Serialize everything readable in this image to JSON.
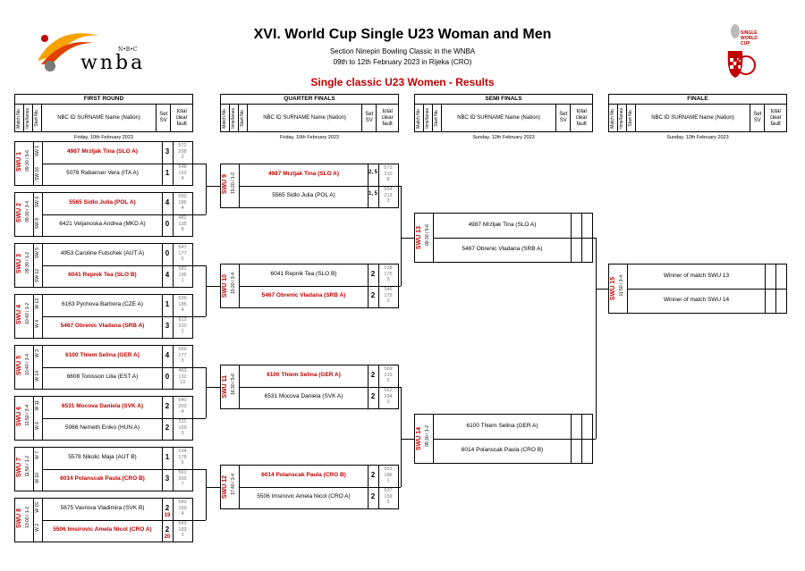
{
  "header": {
    "logo_letters": "wnba",
    "logo_small": "N•B•C",
    "title": "XVI. World Cup Single U23 Woman and Men",
    "subtitle": "Section Ninepin Bowling Classic in the WNBA",
    "dates": "09th to 12th February 2023 in Rijeka (CRO)",
    "results_title": "Single classic U23 Women - Results",
    "badge_text": "SINGLE WORLD CUP"
  },
  "columns": [
    {
      "name": "FIRST ROUND",
      "date": "Friday, 10th February 2023"
    },
    {
      "name": "QUARTER FINALS",
      "date": "Friday, 10th February 2023"
    },
    {
      "name": "SEMI FINALS",
      "date": "Sunday, 12th February 2023"
    },
    {
      "name": "FINALE",
      "date": "Sunday, 12th February 2023"
    }
  ],
  "col_headers": {
    "match_no": "Match No.",
    "time_lanes": "time/lanes",
    "start_no": "Start No.",
    "player": "NBC ID  SURNAME  Name (Nation)",
    "set": "Set SV",
    "total": "total clear fault"
  },
  "first_round": [
    {
      "code": "SWU 1",
      "time": "09:30 / 5-6",
      "starts": [
        "SW 1",
        "SW 16"
      ],
      "players": [
        {
          "name": "4987 Mrzljak Tina (SLO A)",
          "win": true,
          "set": "3",
          "scores": [
            "572",
            "208",
            "2"
          ]
        },
        {
          "name": "5078 Rabanser Vera (ITA A)",
          "win": false,
          "set": "1",
          "scores": [
            "548",
            "192",
            "4"
          ]
        }
      ]
    },
    {
      "code": "SWU 2",
      "time": "09:30 / 3-4",
      "starts": [
        "SW 9",
        "SW 8"
      ],
      "players": [
        {
          "name": "5565 Sidlo Julia (POL A)",
          "win": true,
          "set": "4",
          "scores": [
            "550",
            "186",
            "4"
          ]
        },
        {
          "name": "6421 Veljanoska Andrea (MKD A)",
          "win": false,
          "set": "0",
          "scores": [
            "482",
            "135",
            "8"
          ]
        }
      ]
    },
    {
      "code": "SWU 3",
      "time": "09:30 / 1-2",
      "starts": [
        "SW 5",
        "SW 12"
      ],
      "players": [
        {
          "name": "4953 Caroline Futschek (AUT A)",
          "win": false,
          "set": "0",
          "scores": [
            "547",
            "177",
            "5"
          ]
        },
        {
          "name": "6041 Repnik Tea (SLO B)",
          "win": true,
          "set": "4",
          "scores": [
            "581",
            "196",
            "1"
          ]
        }
      ]
    },
    {
      "code": "SWU 4",
      "time": "10:40 / 1-2",
      "starts": [
        "W 13",
        "W 4"
      ],
      "players": [
        {
          "name": "6163 Pychova Barbora (CZE A)",
          "win": false,
          "set": "1",
          "scores": [
            "539",
            "185",
            "4"
          ]
        },
        {
          "name": "5467 Obrenic Vladana (SRB A)",
          "win": true,
          "set": "3",
          "scores": [
            "612",
            "210",
            "2"
          ]
        }
      ]
    },
    {
      "code": "SWU 5",
      "time": "10:40 / 3-4",
      "starts": [
        "W 3",
        "W 14"
      ],
      "players": [
        {
          "name": "6100 Thiem Selina (GER A)",
          "win": true,
          "set": "4",
          "scores": [
            "559",
            "177",
            "3"
          ]
        },
        {
          "name": "6608 Tonisson Lilia (EST A)",
          "win": false,
          "set": "0",
          "scores": [
            "463",
            "132",
            "13"
          ]
        }
      ]
    },
    {
      "code": "SWU 6",
      "time": "11:50 / 3-4",
      "starts": [
        "W 11",
        "W 6"
      ],
      "players": [
        {
          "name": "6531 Mocova Daniela (SVK A)",
          "win": true,
          "set": "2",
          "scores": [
            "540",
            "203",
            "4"
          ]
        },
        {
          "name": "5066 Nemeth Eniko (HUN A)",
          "win": false,
          "set": "2",
          "scores": [
            "511",
            "169",
            "3"
          ]
        }
      ]
    },
    {
      "code": "SWU 7",
      "time": "11:50 / 1-2",
      "starts": [
        "W 7",
        "W 10"
      ],
      "players": [
        {
          "name": "5578 Nikolic Maja (AUT B)",
          "win": false,
          "set": "1",
          "scores": [
            "534",
            "178",
            "5"
          ]
        },
        {
          "name": "6014 Polanscak Paula (CRO B)",
          "win": true,
          "set": "3",
          "scores": [
            "561",
            "200",
            "7"
          ]
        }
      ]
    },
    {
      "code": "SWU 8",
      "time": "13:00 / 1-2",
      "starts": [
        "W 15",
        "W 2"
      ],
      "players": [
        {
          "name": "5675 Vavrova Vladimira (SVK B)",
          "win": false,
          "set": "2",
          "set2": "19",
          "scores": [
            "543",
            "169",
            "4"
          ]
        },
        {
          "name": "5506 Imsirovic Amela Nicol (CRO A)",
          "win": true,
          "set": "2",
          "set2": "20",
          "scores": [
            "543",
            "183",
            "3"
          ]
        }
      ]
    }
  ],
  "quarter_finals": [
    {
      "code": "SWU 9",
      "time": "15:20 / 1-2",
      "players": [
        {
          "name": "4987 Mrzljak Tina (SLO A)",
          "win": true,
          "set": "2, 5",
          "scores": [
            "572",
            "210",
            "8"
          ]
        },
        {
          "name": "5565 Sidlo Julia (POL A)",
          "win": false,
          "set": "1, 5",
          "scores": [
            "554",
            "213",
            "3"
          ]
        }
      ]
    },
    {
      "code": "SWU 10",
      "time": "15:20 / 3-4",
      "players": [
        {
          "name": "6041 Repnik Tea (SLO B)",
          "win": false,
          "set": "2",
          "scores": [
            "538",
            "175",
            "5"
          ]
        },
        {
          "name": "5467 Obrenic Vladana (SRB A)",
          "win": true,
          "set": "2",
          "scores": [
            "546",
            "175",
            "3"
          ]
        }
      ]
    },
    {
      "code": "SWU 11",
      "time": "16:30 / 5-6",
      "players": [
        {
          "name": "6100 Thiem Selina (GER A)",
          "win": true,
          "set": "2",
          "scores": [
            "569",
            "215",
            "2"
          ]
        },
        {
          "name": "6531 Mocova Daniela (SVK A)",
          "win": false,
          "set": "2",
          "scores": [
            "562",
            "194",
            "3"
          ]
        }
      ]
    },
    {
      "code": "SWU 12",
      "time": "17:40 / 3-4",
      "players": [
        {
          "name": "6014 Polanscak Paula (CRO B)",
          "win": true,
          "set": "2",
          "scores": [
            "553",
            "186",
            "1"
          ]
        },
        {
          "name": "5506 Imsirovic Amela Nicol (CRO A)",
          "win": false,
          "set": "2",
          "scores": [
            "537",
            "159",
            "5"
          ]
        }
      ]
    }
  ],
  "semi_finals": [
    {
      "code": "SWU 13",
      "time": "09:30 / 5-6",
      "players": [
        {
          "name": "4987 Mrzljak Tina (SLO A)"
        },
        {
          "name": "5467 Obrenic Vladana (SRB A)"
        }
      ]
    },
    {
      "code": "SWU 14",
      "time": "09:30 / 1-2",
      "players": [
        {
          "name": "6100 Thiem Selina (GER A)"
        },
        {
          "name": "6014 Polanscak Paula (CRO B)"
        }
      ]
    }
  ],
  "finale": [
    {
      "code": "SWU 15",
      "time": "11:50 / 3-4",
      "players": [
        {
          "name": "Winner of match SWU 13"
        },
        {
          "name": "Winner of match SWU 14"
        }
      ]
    }
  ],
  "colors": {
    "accent_red": "#c00000",
    "score_grey": "#777777"
  }
}
